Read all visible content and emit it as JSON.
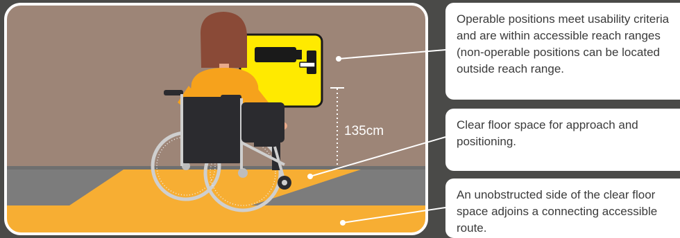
{
  "measurement": {
    "height_label": "135cm"
  },
  "callouts": [
    {
      "text": "Operable positions meet usability criteria and are within accessible reach ranges (non-operable positions can be located outside reach range."
    },
    {
      "text": "Clear floor space for approach and positioning."
    },
    {
      "text": "An unobstructed side of the clear floor space adjoins a connecting accessible route."
    }
  ],
  "colors": {
    "wall": "#9d8577",
    "floor": "#7c7c7c",
    "accessible_zone": "#f7ae33",
    "device": "#ffea00",
    "frame_border": "#ffffff",
    "background": "#4a4a48"
  },
  "icons": {
    "device": "wall-mounted-control-device",
    "person": "wheelchair-user"
  }
}
